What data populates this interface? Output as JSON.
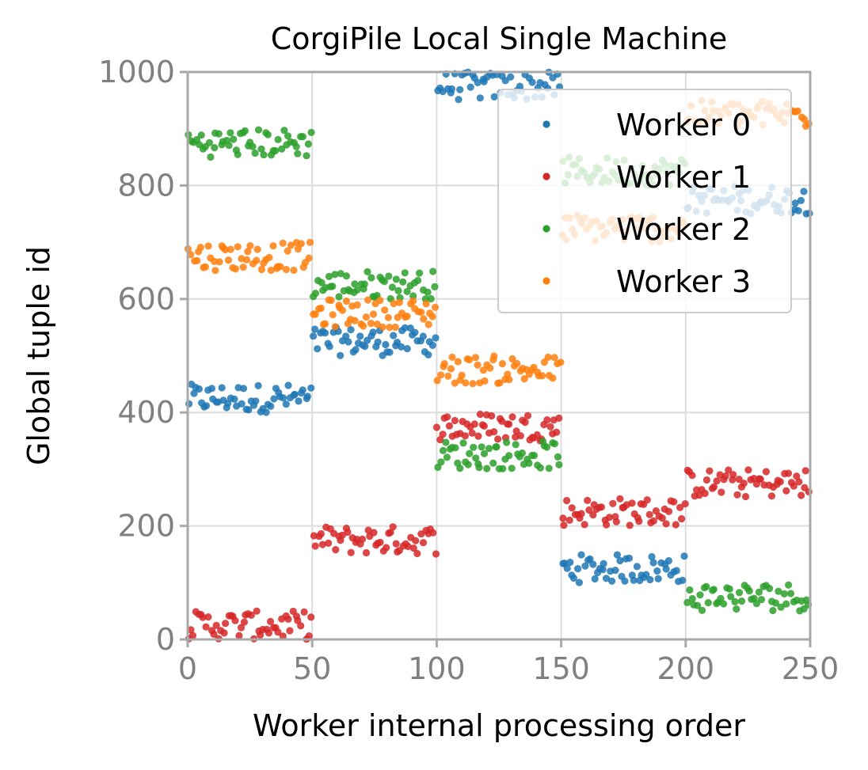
{
  "chart_data": {
    "type": "scatter",
    "title": "CorgiPile Local Single Machine",
    "xlabel": "Worker internal processing order",
    "ylabel": "Global tuple id",
    "xlim": [
      0,
      250
    ],
    "ylim": [
      0,
      1000
    ],
    "xticks": [
      "0",
      "50",
      "100",
      "150",
      "200",
      "250"
    ],
    "yticks": [
      "0",
      "200",
      "400",
      "600",
      "800",
      "1000"
    ],
    "grid": true,
    "legend_position": "top-right",
    "series": [
      {
        "name": "Worker 0",
        "color": "#1f77b4",
        "blocks": [
          {
            "x": [
              0,
              50
            ],
            "y": [
              400,
              450
            ]
          },
          {
            "x": [
              50,
              100
            ],
            "y": [
              500,
              550
            ]
          },
          {
            "x": [
              100,
              150
            ],
            "y": [
              950,
              1000
            ]
          },
          {
            "x": [
              150,
              200
            ],
            "y": [
              100,
              150
            ]
          },
          {
            "x": [
              200,
              250
            ],
            "y": [
              750,
              800
            ]
          }
        ]
      },
      {
        "name": "Worker 1",
        "color": "#d62728",
        "blocks": [
          {
            "x": [
              0,
              50
            ],
            "y": [
              0,
              50
            ]
          },
          {
            "x": [
              50,
              100
            ],
            "y": [
              150,
              200
            ]
          },
          {
            "x": [
              100,
              150
            ],
            "y": [
              350,
              400
            ]
          },
          {
            "x": [
              150,
              200
            ],
            "y": [
              200,
              250
            ]
          },
          {
            "x": [
              200,
              250
            ],
            "y": [
              250,
              300
            ]
          }
        ]
      },
      {
        "name": "Worker 2",
        "color": "#2ca02c",
        "blocks": [
          {
            "x": [
              0,
              50
            ],
            "y": [
              850,
              900
            ]
          },
          {
            "x": [
              50,
              100
            ],
            "y": [
              600,
              650
            ]
          },
          {
            "x": [
              100,
              150
            ],
            "y": [
              300,
              350
            ]
          },
          {
            "x": [
              150,
              200
            ],
            "y": [
              800,
              850
            ]
          },
          {
            "x": [
              200,
              250
            ],
            "y": [
              50,
              100
            ]
          }
        ]
      },
      {
        "name": "Worker 3",
        "color": "#ff7f0e",
        "blocks": [
          {
            "x": [
              0,
              50
            ],
            "y": [
              650,
              700
            ]
          },
          {
            "x": [
              50,
              100
            ],
            "y": [
              550,
              600
            ]
          },
          {
            "x": [
              100,
              150
            ],
            "y": [
              450,
              500
            ]
          },
          {
            "x": [
              150,
              200
            ],
            "y": [
              700,
              750
            ]
          },
          {
            "x": [
              200,
              250
            ],
            "y": [
              900,
              950
            ]
          }
        ]
      }
    ]
  }
}
